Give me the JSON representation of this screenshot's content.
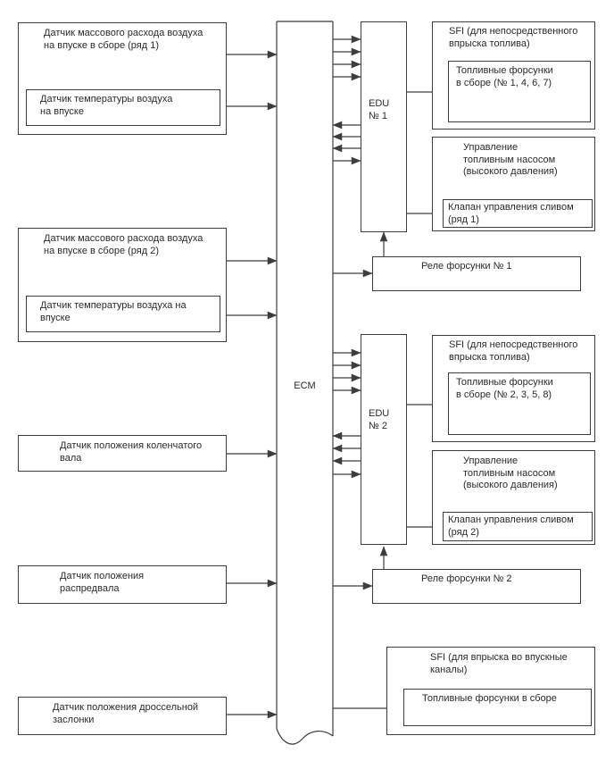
{
  "diagram_title": "ECM fuel injection system block diagram",
  "colors": {
    "line": "#3d3d3d",
    "text": "#2b2b2b",
    "dash_divider": "#6f6f6f",
    "background": "#ffffff"
  },
  "nodes": {
    "maf1": {
      "lines": [
        "Датчик массового расхода воздуха",
        "на впуске в сборе (ряд 1)"
      ]
    },
    "iat1": {
      "lines": [
        "Датчик температуры воздуха",
        "на впуске"
      ]
    },
    "maf2": {
      "lines": [
        "Датчик массового расхода воздуха",
        "на впуске в сборе (ряд 2)"
      ]
    },
    "iat2": {
      "lines": [
        "Датчик температуры воздуха на",
        "впуске"
      ]
    },
    "ckp": {
      "lines": [
        "Датчик положения коленчатого",
        "вала"
      ]
    },
    "cmp": {
      "lines": [
        "Датчик положения",
        "распредвала"
      ]
    },
    "tps": {
      "lines": [
        "Датчик положения дроссельной",
        "заслонки"
      ]
    },
    "ecm": {
      "label": "ECM"
    },
    "edu1": {
      "lines": [
        "EDU",
        "№ 1"
      ]
    },
    "edu2": {
      "lines": [
        "EDU",
        "№ 2"
      ]
    },
    "sfi1": {
      "header_lines": [
        "SFI (для непосредственного",
        "впрыска топлива)"
      ],
      "inner_lines": [
        "Топливные форсунки",
        "в сборе (№ 1, 4, 6, 7)"
      ]
    },
    "pump1": {
      "header_lines": [
        "Управление",
        "топливным насосом",
        "(высокого давления)"
      ],
      "inner_lines": [
        "Клапан управления сливом",
        "(ряд 1)"
      ]
    },
    "relay1": {
      "label": "Реле форсунки № 1"
    },
    "sfi2": {
      "header_lines": [
        "SFI (для непосредственного",
        "впрыска топлива)"
      ],
      "inner_lines": [
        "Топливные форсунки",
        "в сборе (№ 2, 3, 5, 8)"
      ]
    },
    "pump2": {
      "header_lines": [
        "Управление",
        "топливным насосом",
        "(высокого давления)"
      ],
      "inner_lines": [
        "Клапан управления сливом",
        "(ряд 2)"
      ]
    },
    "relay2": {
      "label": "Реле форсунки № 2"
    },
    "sfi3": {
      "header_lines": [
        "SFI (для впрыска во впускные",
        "каналы)"
      ],
      "inner_lines": [
        "Топливные форсунки в сборе"
      ]
    }
  }
}
